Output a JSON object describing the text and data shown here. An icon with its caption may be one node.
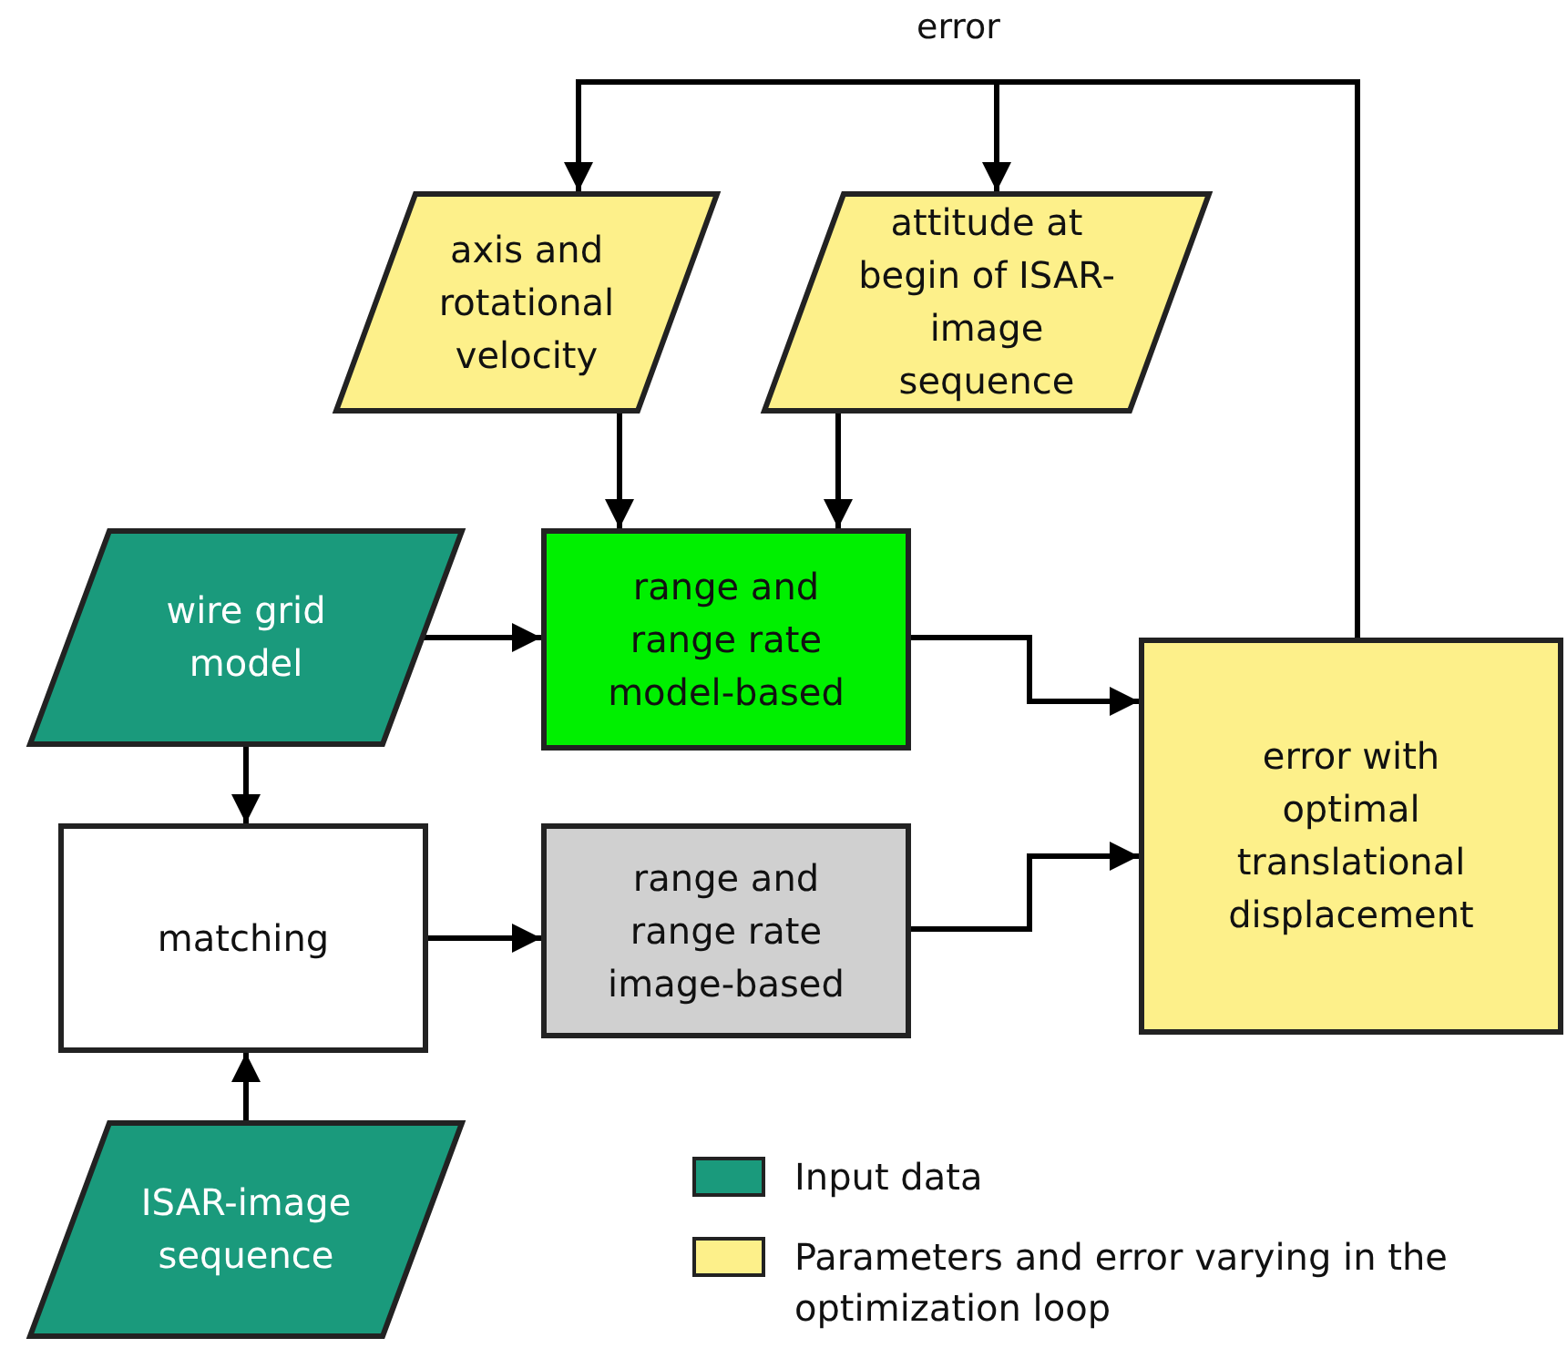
{
  "diagram": {
    "nodes": [
      {
        "text": [
          "axis and rotational velocity"
        ]
      },
      {
        "text": [
          "attitude at begin of ISAR-image sequence"
        ]
      },
      {
        "text": [
          "wire grid model"
        ]
      },
      {
        "text": [
          "range and range rate model-based"
        ]
      },
      {
        "text": [
          "error with optimal translational displacement"
        ]
      },
      {
        "text": [
          "matching"
        ]
      },
      {
        "text": [
          "range and range rate image-based"
        ]
      },
      {
        "text": [
          "ISAR-image sequence"
        ]
      }
    ],
    "edges": [
      {
        "from": 0,
        "to": 3,
        "arrow": "to"
      },
      {
        "from": 1,
        "to": 3,
        "arrow": "to"
      },
      {
        "from": 2,
        "to": 3,
        "arrow": "to"
      },
      {
        "from": 3,
        "to": 4,
        "arrow": "to"
      },
      {
        "from": 2,
        "to": 5,
        "arrow": "to"
      },
      {
        "from": 5,
        "to": 6,
        "arrow": "to"
      },
      {
        "from": 6,
        "to": 4,
        "arrow": "to"
      },
      {
        "from": 7,
        "to": 5,
        "arrow": "to"
      },
      {
        "from": 4,
        "to": 0,
        "arrow": "to",
        "label": "error"
      },
      {
        "from": 4,
        "to": 1,
        "arrow": "to"
      }
    ],
    "legend": [
      {
        "text": "Input data",
        "color": "#1a9a7c"
      },
      {
        "text": "Parameters and error varying in the optimization loop",
        "color": "#fdf08a"
      }
    ]
  }
}
